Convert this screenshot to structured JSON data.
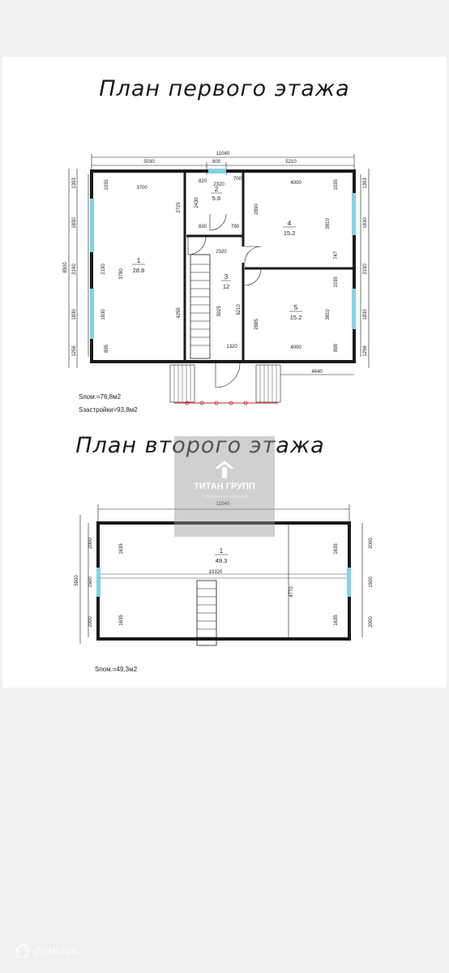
{
  "titles": {
    "floor1": "План первого этажа",
    "floor2": "План второго этажа"
  },
  "floor1": {
    "overall_width": "11040",
    "top_dims": [
      "5030",
      "800",
      "5210"
    ],
    "left_dims": [
      "1393",
      "1830",
      "2190",
      "1830",
      "1256"
    ],
    "left_overall": "8500",
    "right_dims": [
      "1393",
      "1830",
      "2190",
      "1830",
      "1256"
    ],
    "inner_dims": [
      "3700",
      "1035",
      "2190",
      "1830",
      "895",
      "3780",
      "2725",
      "4255",
      "820",
      "2320",
      "700",
      "2430",
      "830",
      "790",
      "2320",
      "3925",
      "5210",
      "1320",
      "4000",
      "2890",
      "3810",
      "1035",
      "747",
      "1035",
      "3810",
      "2885",
      "4000",
      "895",
      "4640"
    ],
    "rooms": [
      {
        "num": "1",
        "area": "28.8"
      },
      {
        "num": "2",
        "area": "5.6"
      },
      {
        "num": "3",
        "area": "12"
      },
      {
        "num": "4",
        "area": "15.2"
      },
      {
        "num": "5",
        "area": "15.2"
      }
    ],
    "s_pom": "Sпом.=76,8м2",
    "s_zastr": "Sзастройки=93,8м2"
  },
  "floor2": {
    "overall_width": "11040",
    "left_overall": "5500",
    "left_dims": [
      "2000",
      "1500",
      "2000"
    ],
    "right_dims": [
      "2000",
      "1500",
      "2000"
    ],
    "inner_dims": [
      "1635",
      "1635",
      "1635",
      "1635",
      "10320",
      "4770"
    ],
    "rooms": [
      {
        "num": "1",
        "area": "49.3"
      }
    ],
    "s_pom": "Sпом.=49,3м2"
  },
  "watermark": {
    "name": "ТИТАН ГРУПП",
    "tagline": "строительная компания"
  },
  "brand": {
    "name": "Домклик"
  },
  "colors": {
    "wall": "#1a1a1a",
    "window": "#7fd4e6",
    "porch_mark": "#cc2222",
    "watermark": "#969696"
  }
}
